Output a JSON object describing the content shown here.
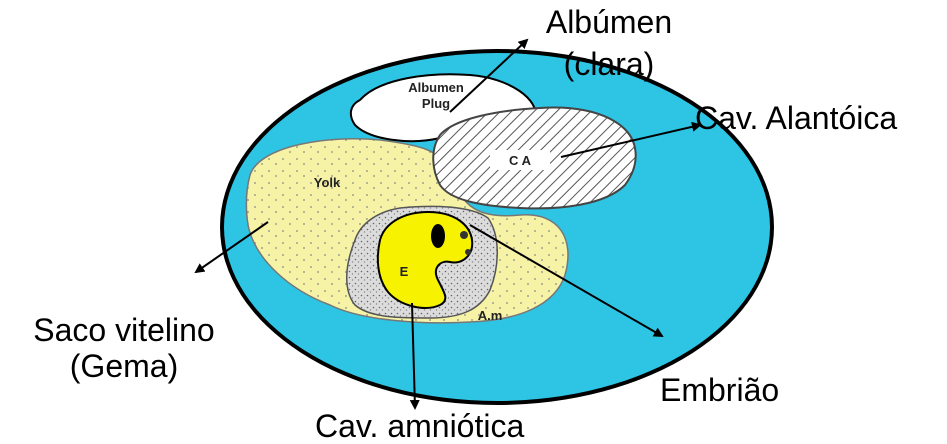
{
  "diagram": {
    "inner_labels": {
      "albumen_plug_line1": "Albumen",
      "albumen_plug_line2": "Plug",
      "ca": "C A",
      "yolk": "Yolk",
      "embryo": "E",
      "amnion": "A.m"
    },
    "callouts": {
      "albumen_line1": "Albúmen",
      "albumen_line2": "(clara)",
      "allantoic": "Cav. Alantóica",
      "yolk_sac_line1": "Saco vitelino",
      "yolk_sac_line2": "(Gema)",
      "embryo": "Embrião",
      "amniotic": "Cav. amniótica"
    },
    "colors": {
      "albumen": "#2ec4e4",
      "yolk": "#f6f3a6",
      "embryo": "#f7f300",
      "amnion": "#d9d9d9",
      "allantois": "#d8d8d8"
    }
  }
}
